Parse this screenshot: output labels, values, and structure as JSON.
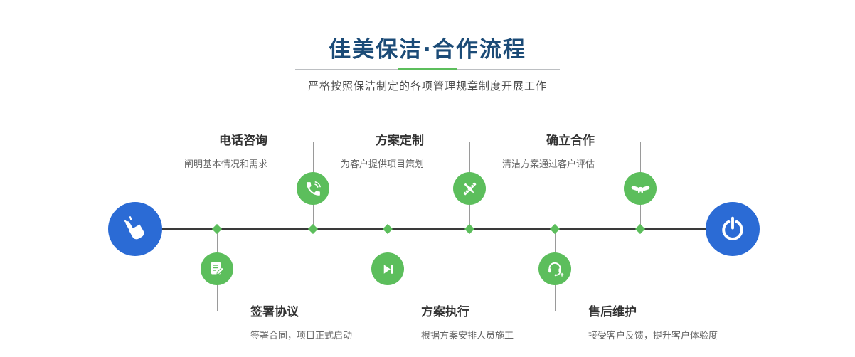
{
  "header": {
    "title": "佳美保洁·合作流程",
    "subtitle": "严格按照保洁制定的各项管理规章制度开展工作"
  },
  "colors": {
    "title_blue": "#1b4b77",
    "endpoint_blue": "#2b6bd5",
    "step_green": "#5cbe5c",
    "timeline_dark": "#3a3a3a"
  },
  "timeline": {
    "start_icon": "pointing-hand-icon",
    "end_icon": "power-icon"
  },
  "steps": [
    {
      "id": "consult",
      "position": "top",
      "label": "电话咨询",
      "desc": "阐明基本情况和需求",
      "icon": "phone-icon"
    },
    {
      "id": "plan",
      "position": "top",
      "label": "方案定制",
      "desc": "为客户提供项目策划",
      "icon": "design-tools-icon"
    },
    {
      "id": "cooperate",
      "position": "top",
      "label": "确立合作",
      "desc": "清洁方案通过客户评估",
      "icon": "handshake-icon"
    },
    {
      "id": "sign",
      "position": "bottom",
      "label": "签署协议",
      "desc": "签署合同，项目正式启动",
      "icon": "contract-icon"
    },
    {
      "id": "execute",
      "position": "bottom",
      "label": "方案执行",
      "desc": "根据方案安排人员施工",
      "icon": "play-next-icon"
    },
    {
      "id": "aftersale",
      "position": "bottom",
      "label": "售后维护",
      "desc": "接受客户反馈，提升客户体验度",
      "icon": "headset-icon"
    }
  ]
}
